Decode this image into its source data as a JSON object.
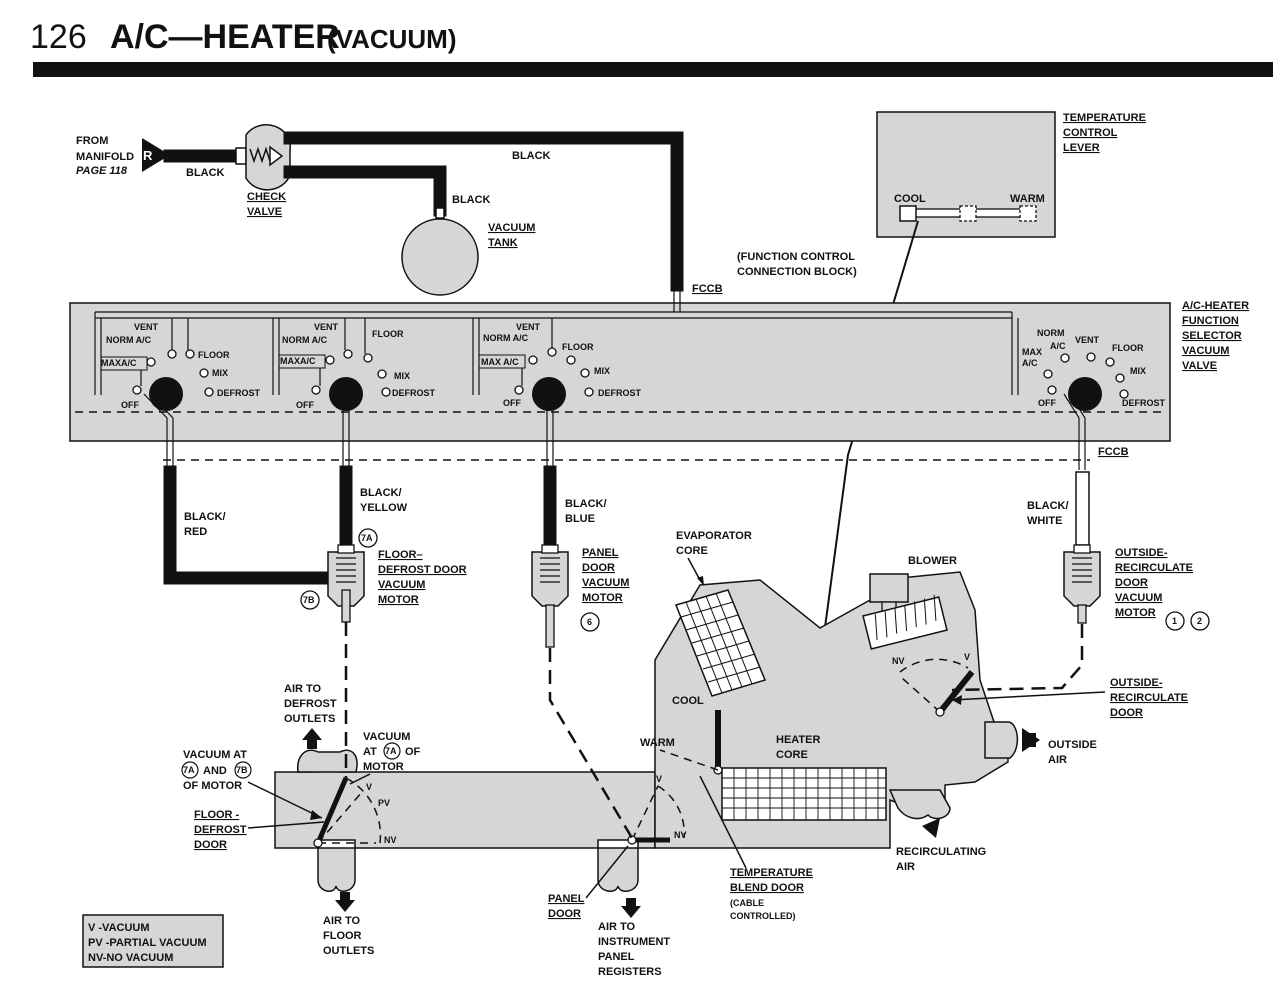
{
  "header": {
    "number": "126",
    "title": "A/C—HEATER",
    "subtitle": "(VACUUM)"
  },
  "source": {
    "from": "FROM",
    "manifold": "MANIFOLD",
    "page": "PAGE 118",
    "badge": "R"
  },
  "hoses": {
    "black_1": "BLACK",
    "black_2": "BLACK",
    "black_3": "BLACK",
    "black_red_1": "BLACK/",
    "black_red_2": "RED",
    "black_yellow_1": "BLACK/",
    "black_yellow_2": "YELLOW",
    "black_blue_1": "BLACK/",
    "black_blue_2": "BLUE",
    "black_white_1": "BLACK/",
    "black_white_2": "WHITE"
  },
  "check_valve": {
    "line1": "CHECK",
    "line2": "VALVE"
  },
  "vacuum_tank": {
    "line1": "VACUUM",
    "line2": "TANK"
  },
  "temp_lever": {
    "line1": "TEMPERATURE",
    "line2": "CONTROL",
    "line3": "LEVER",
    "cool": "COOL",
    "warm": "WARM"
  },
  "fccb": {
    "note1": "(FUNCTION CONTROL",
    "note2": "CONNECTION BLOCK)",
    "top": "FCCB",
    "bottom": "FCCB"
  },
  "selector_valve": {
    "line1": "A/C-HEATER",
    "line2": "FUNCTION",
    "line3": "SELECTOR",
    "line4": "VACUUM",
    "line5": "VALVE"
  },
  "selector_positions": {
    "g1": {
      "vent": "VENT",
      "norm": "NORM A/C",
      "maxa": "MAXA/C",
      "floor": "FLOOR",
      "mix": "MIX",
      "defrost": "DEFROST",
      "off": "OFF"
    },
    "g2": {
      "vent": "VENT",
      "norm": "NORM A/C",
      "maxa": "MAXA/C",
      "floor": "FLOOR",
      "mix": "MIX",
      "defrost": "DEFROST",
      "off": "OFF"
    },
    "g3": {
      "vent": "VENT",
      "norm": "NORM A/C",
      "maxa": "MAX A/C",
      "floor": "FLOOR",
      "mix": "MIX",
      "defrost": "DEFROST",
      "off": "OFF"
    },
    "g4": {
      "norm": "NORM",
      "max1": "MAX",
      "max2": "A/C",
      "ac": "A/C",
      "vent": "VENT",
      "floor": "FLOOR",
      "mix": "MIX",
      "defrost": "DEFROST",
      "off": "OFF"
    }
  },
  "motors": {
    "floor_defrost": {
      "line1": "FLOOR–",
      "line2": "DEFROST DOOR",
      "line3": "VACUUM",
      "line4": "MOTOR",
      "ref_a": "7A",
      "ref_b": "7B"
    },
    "panel": {
      "line1": "PANEL",
      "line2": "DOOR",
      "line3": "VACUUM",
      "line4": "MOTOR",
      "ref": "6"
    },
    "outside_recirc": {
      "line1": "OUTSIDE-",
      "line2": "RECIRCULATE",
      "line3": "DOOR",
      "line4": "VACUUM",
      "line5": "MOTOR",
      "ref1": "1",
      "ref2": "2"
    }
  },
  "housing": {
    "evaporator_1": "EVAPORATOR",
    "evaporator_2": "CORE",
    "blower": "BLOWER",
    "heater_1": "HEATER",
    "heater_2": "CORE",
    "cool": "COOL",
    "warm": "WARM",
    "v1": "V",
    "nv1": "NV",
    "v2": "V",
    "nv2": "NV",
    "v3": "V",
    "pv": "PV",
    "nv3": "NV",
    "outside_recirc_door_1": "OUTSIDE-",
    "outside_recirc_door_2": "RECIRCULATE",
    "outside_recirc_door_3": "DOOR",
    "outside_air_1": "OUTSIDE",
    "outside_air_2": "AIR",
    "recirc_air_1": "RECIRCULATING",
    "recirc_air_2": "AIR",
    "temp_blend_1": "TEMPERATURE",
    "temp_blend_2": "BLEND DOOR",
    "temp_blend_3": "(CABLE",
    "temp_blend_4": "CONTROLLED)",
    "panel_door_1": "PANEL",
    "panel_door_2": "DOOR",
    "air_panel_1": "AIR TO",
    "air_panel_2": "INSTRUMENT",
    "air_panel_3": "PANEL",
    "air_panel_4": "REGISTERS",
    "air_floor_1": "AIR TO",
    "air_floor_2": "FLOOR",
    "air_floor_3": "OUTLETS",
    "air_defrost_1": "AIR TO",
    "air_defrost_2": "DEFROST",
    "air_defrost_3": "OUTLETS",
    "floor_defrost_door_1": "FLOOR -",
    "floor_defrost_door_2": "DEFROST",
    "floor_defrost_door_3": "DOOR",
    "vac_at_1": "VACUUM AT",
    "vac_at_a": "7A",
    "vac_at_and": "AND",
    "vac_at_b": "7B",
    "vac_at_of": "OF MOTOR",
    "vac_7a_1": "VACUUM",
    "vac_7a_at": "AT",
    "vac_7a_ref": "7A",
    "vac_7a_of": "OF",
    "vac_7a_motor": "MOTOR"
  },
  "legend": {
    "v": "V  -VACUUM",
    "pv": "PV -PARTIAL VACUUM",
    "nv": "NV-NO VACUUM"
  },
  "colors": {
    "fill_gray": "#d6d6d6",
    "ink": "#111111",
    "paper": "#ffffff"
  }
}
